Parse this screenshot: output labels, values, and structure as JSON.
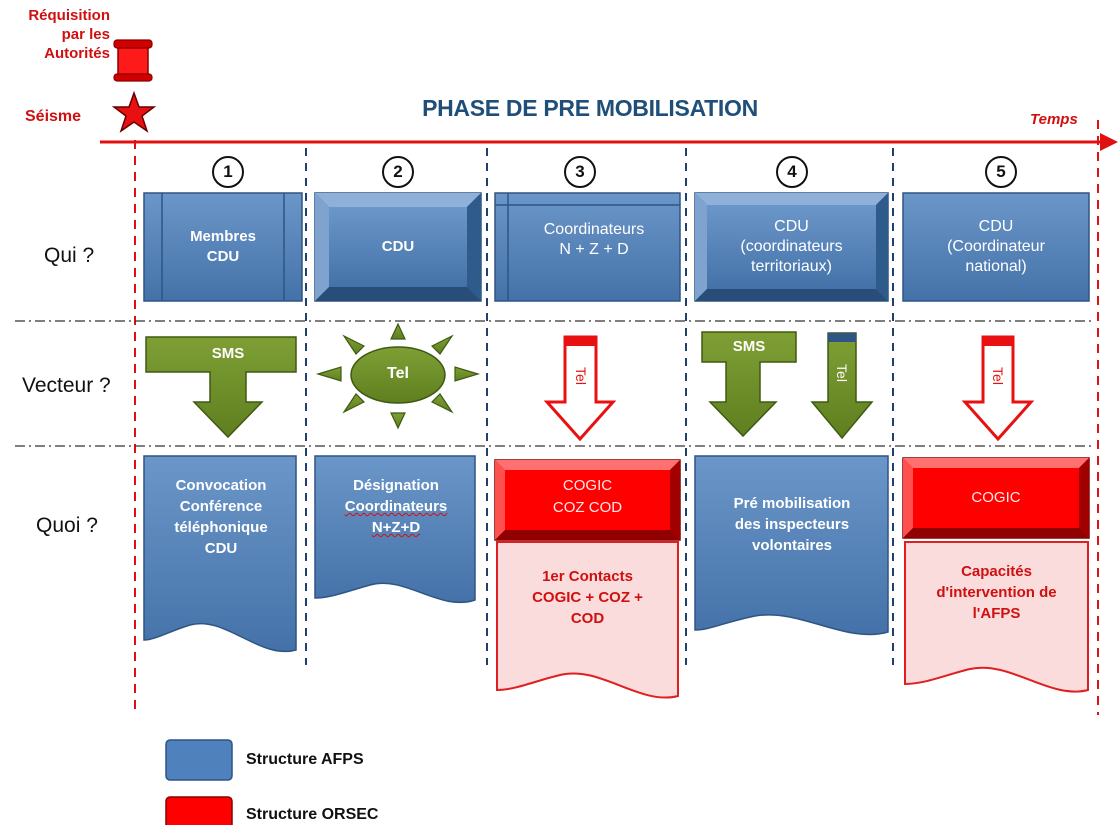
{
  "header": {
    "requisition_lines": [
      "Réquisition",
      "par les",
      "Autorités"
    ],
    "seisme": "Séisme",
    "title": "PHASE DE PRE MOBILISATION",
    "temps": "Temps"
  },
  "rows": {
    "qui": "Qui ?",
    "vecteur": "Vecteur ?",
    "quoi": "Quoi ?"
  },
  "steps": [
    {
      "number": "1",
      "qui": [
        "Membres",
        "CDU"
      ],
      "vecteur": {
        "sms": "SMS"
      },
      "quoi": [
        "Convocation",
        "Conférence",
        "téléphonique",
        "CDU"
      ]
    },
    {
      "number": "2",
      "qui": [
        "CDU"
      ],
      "vecteur": {
        "tel": "Tel"
      },
      "quoi": [
        "Désignation",
        "Coordinateurs",
        "N+Z+D"
      ]
    },
    {
      "number": "3",
      "qui": [
        "Coordinateurs",
        "N + Z + D"
      ],
      "vecteur": {
        "tel": "Tel"
      },
      "orsec": [
        "COGIC",
        "COZ COD"
      ],
      "quoi": [
        "1er Contacts",
        "COGIC + COZ +",
        "COD"
      ]
    },
    {
      "number": "4",
      "qui": [
        "CDU",
        "(coordinateurs",
        "territoriaux)"
      ],
      "vecteur": {
        "sms": "SMS",
        "tel": "Tel"
      },
      "quoi": [
        "Pré mobilisation",
        "des inspecteurs",
        "volontaires"
      ]
    },
    {
      "number": "5",
      "qui": [
        "CDU",
        "(Coordinateur",
        "national)"
      ],
      "vecteur": {
        "tel": "Tel"
      },
      "orsec": [
        "COGIC"
      ],
      "quoi": [
        "Capacités",
        "d'intervention de",
        "l'AFPS"
      ]
    }
  ],
  "legend": [
    {
      "label": "Structure AFPS",
      "color": "#4f81bd"
    },
    {
      "label": "Structure ORSEC",
      "color": "#ff0000"
    }
  ],
  "colors": {
    "blue": "#4f81bd",
    "blue_dark": "#3a6698",
    "green": "#6f8f2a",
    "red": "#ff0000",
    "pink": "#f9dcdc",
    "title": "#1f4e79"
  }
}
